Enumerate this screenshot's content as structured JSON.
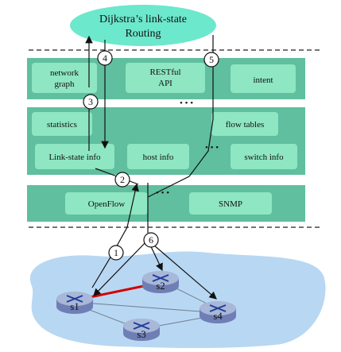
{
  "app": {
    "title_line1": "Dijkstra’s link-state",
    "title_line2": "Routing"
  },
  "layers": {
    "row1": {
      "network_graph_line1": "network",
      "network_graph_line2": "graph",
      "restful_api_line1": "RESTful",
      "restful_api_line2": "API",
      "intent": "intent"
    },
    "row2": {
      "statistics": "statistics",
      "flow_tables": "flow tables",
      "link_state_info": "Link-state info",
      "host_info": "host info",
      "switch_info": "switch info"
    },
    "row3": {
      "openflow": "OpenFlow",
      "snmp": "SNMP"
    }
  },
  "steps": [
    "1",
    "2",
    "3",
    "4",
    "5",
    "6"
  ],
  "routers": [
    "s1",
    "s2",
    "s3",
    "s4"
  ],
  "colors": {
    "layer_fill": "#5fbf9f",
    "box_fill": "#8ee6c2",
    "top_ellipse": "#6ce8cc",
    "network_fill": "#b8d7f2",
    "router_fill": "#a9b7d8",
    "highlight_link": "#d10000"
  }
}
